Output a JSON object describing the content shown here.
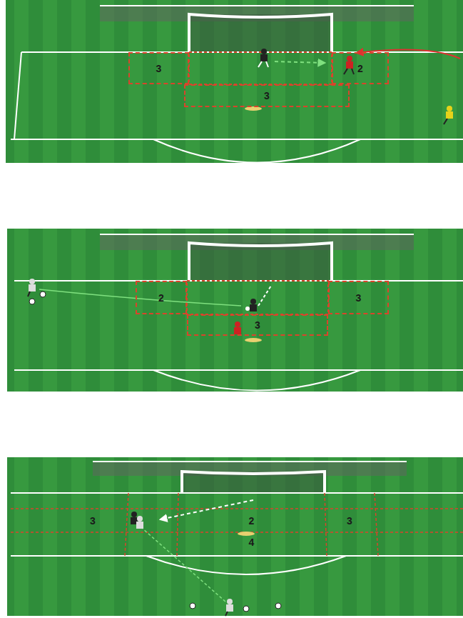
{
  "diagram": {
    "nodes": [
      {
        "text": [
          "3"
        ]
      },
      {
        "text": [
          "2"
        ]
      },
      {
        "text": [
          "3"
        ]
      },
      {
        "text": [
          "2"
        ]
      },
      {
        "text": [
          "3"
        ]
      },
      {
        "text": [
          "3"
        ]
      },
      {
        "text": [
          "3"
        ]
      },
      {
        "text": [
          "2"
        ]
      },
      {
        "text": [
          "3"
        ]
      },
      {
        "text": [
          "4"
        ]
      }
    ]
  }
}
